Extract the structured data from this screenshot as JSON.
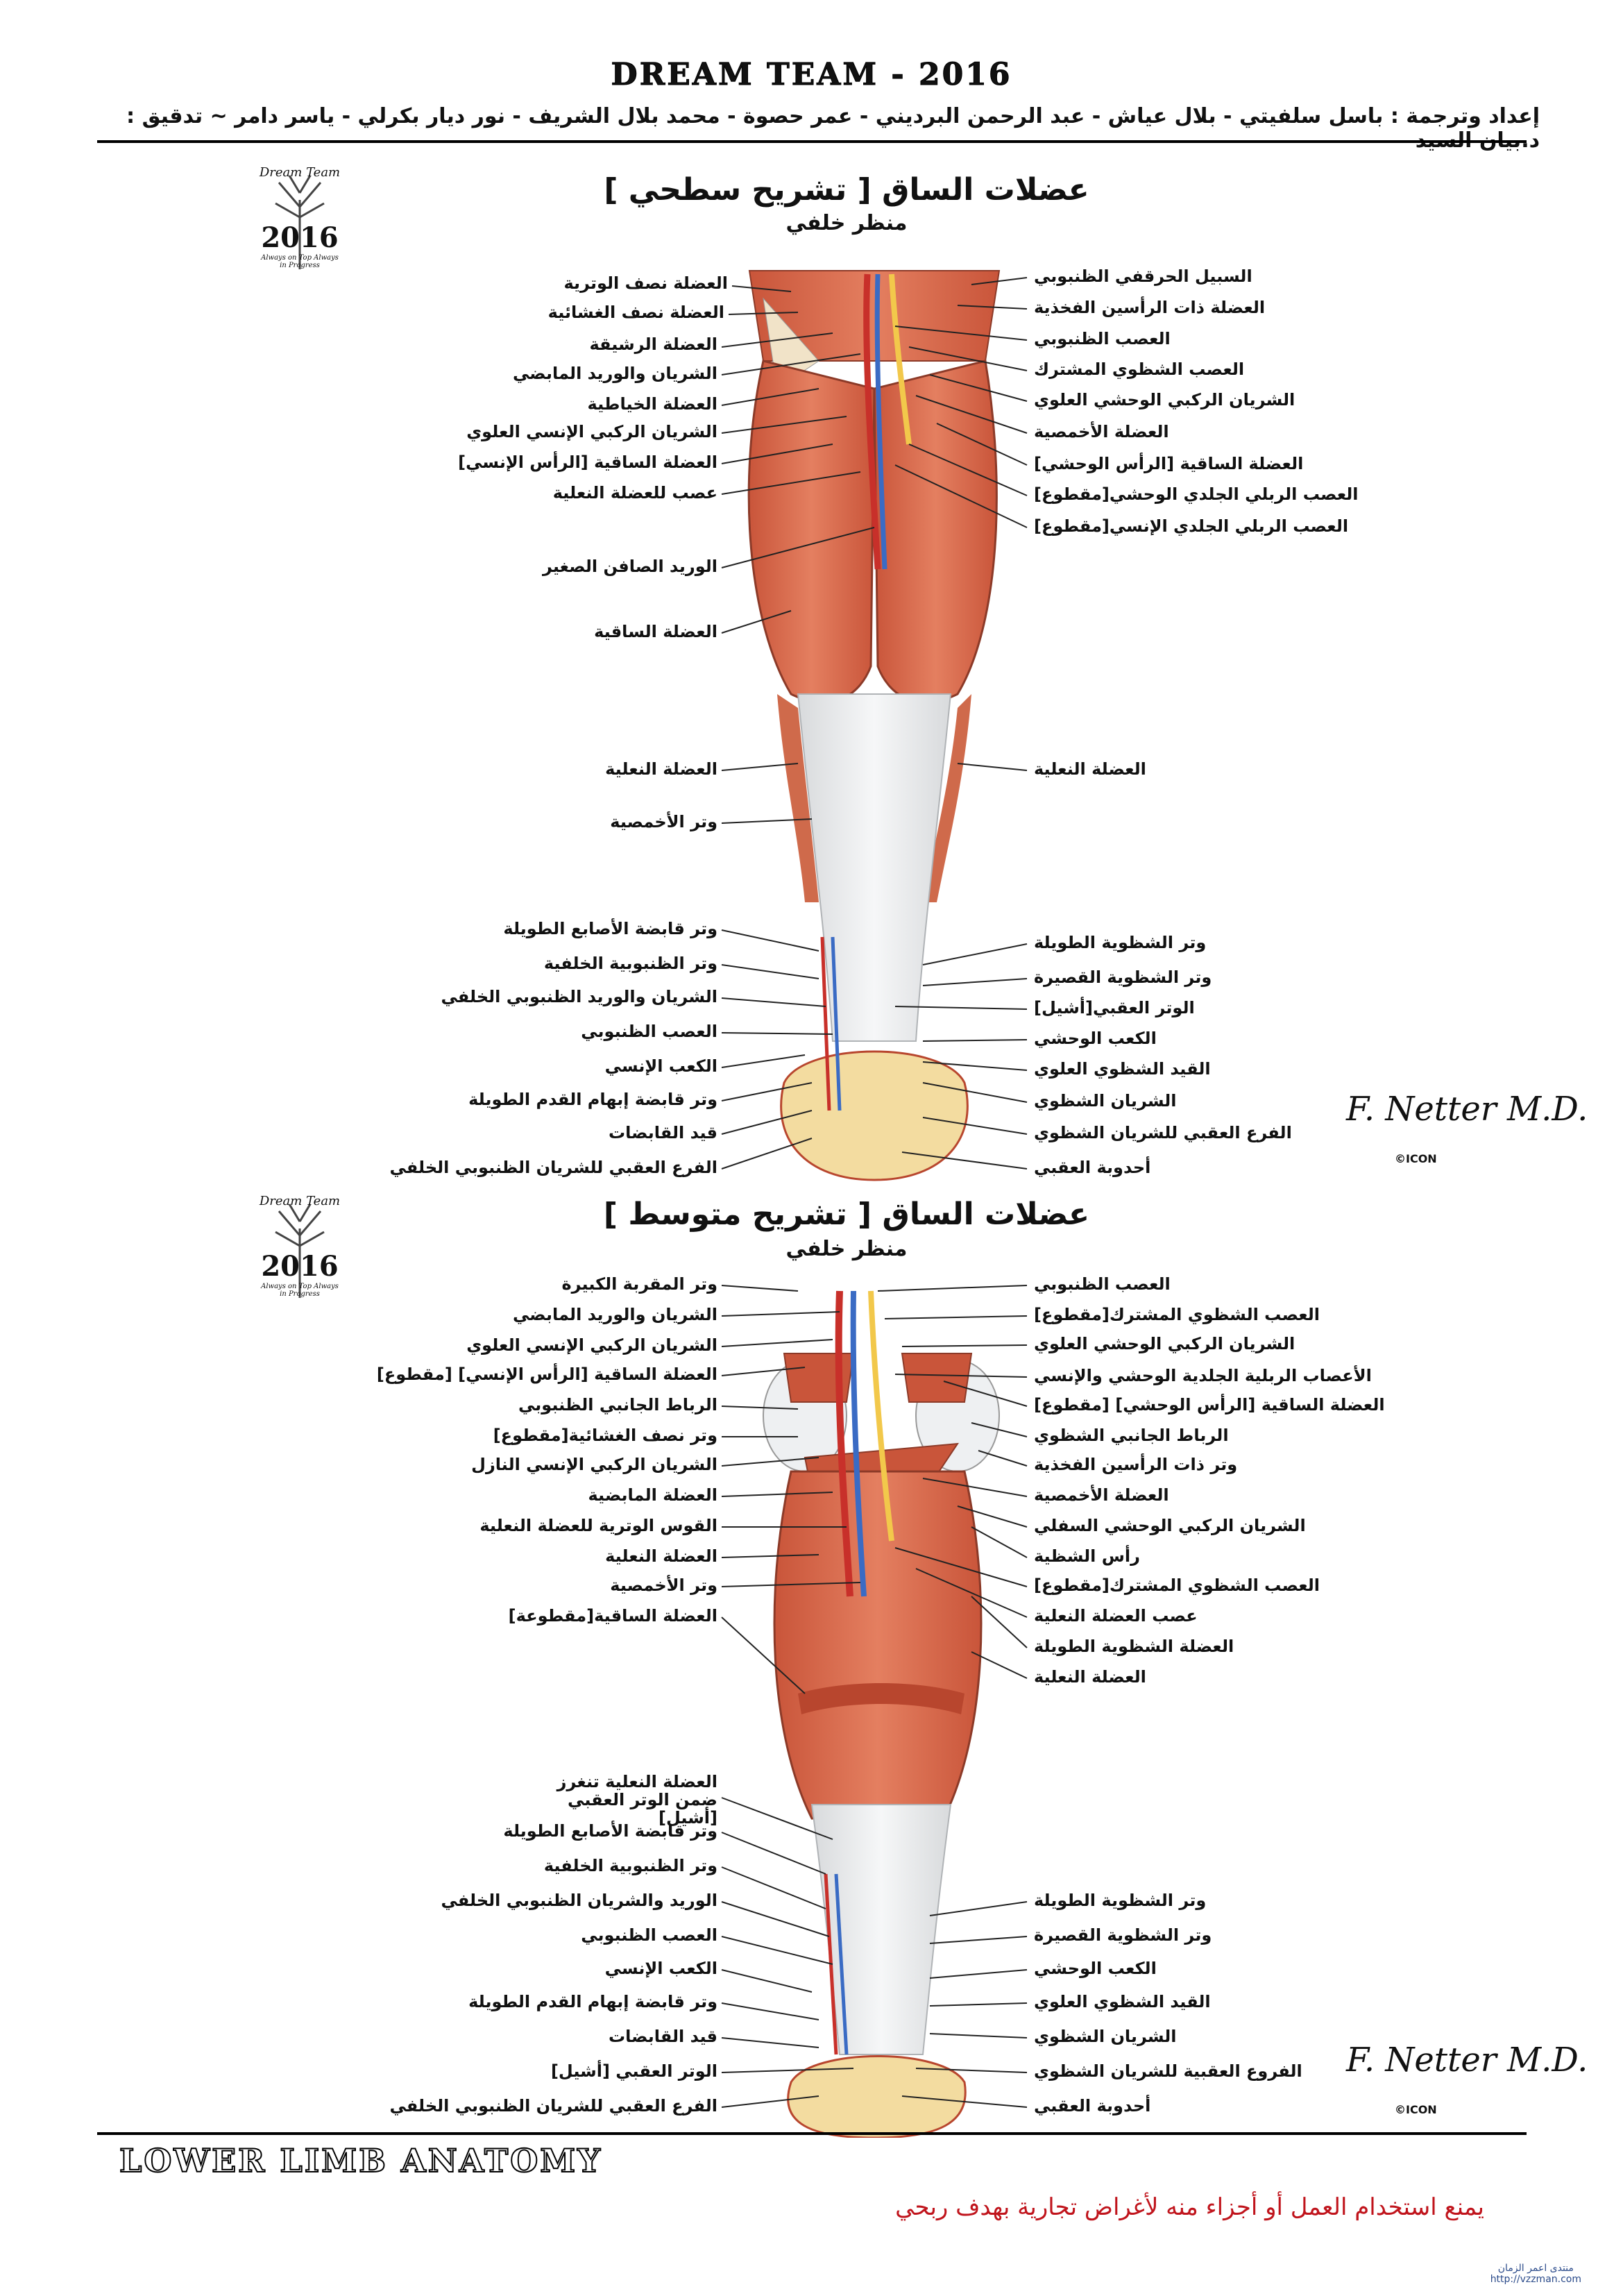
{
  "header": {
    "team_title": "DREAM TEAM - 2016",
    "credits": "إعداد وترجمة : باسل سلفيتي - بلال عياش - عبد الرحمن البرديني - عمر حصوة - محمد بلال الشريف - نور ديار بكرلي - ياسر دامر ~ تدقيق : د.بيان السيد"
  },
  "logo": {
    "top_text": "Dream Team",
    "year": "2016",
    "slogan": "Always on Top Always in Progress"
  },
  "colors": {
    "muscle": "#d9674a",
    "muscle_dark": "#b8462e",
    "tendon": "#eef0f2",
    "artery": "#c8302a",
    "vein": "#3a6bc4",
    "nerve": "#f2c84b",
    "bone": "#f3dca0",
    "footer_note": "#c0141c"
  },
  "section1": {
    "title": "عضلات الساق [ تشريح سطحي ]",
    "subtitle": "منظر خلفي",
    "left_labels": [
      "العضلة نصف الوترية",
      "العضلة نصف الغشائية",
      "العضلة الرشيقة",
      "الشريان والوريد المابضي",
      "العضلة الخياطية",
      "الشريان الركبي الإنسي العلوي",
      "العضلة الساقية [الرأس الإنسي]",
      "عصب للعضلة النعلية",
      "الوريد الصافن الصغير",
      "العضلة الساقية",
      "العضلة النعلية",
      "وتر الأخمصية",
      "وتر قابضة الأصابع الطويلة",
      "وتر الظنبوبية الخلفية",
      "الشريان والوريد الظنبوبي الخلفي",
      "العصب الظنبوبي",
      "الكعب الإنسي",
      "وتر قابضة إبهام القدم الطويلة",
      "قيد القابضات",
      "الفرع العقبي للشريان الظنبوبي الخلفي"
    ],
    "right_labels": [
      "السبيل الحرقفي الظنبوبي",
      "العضلة ذات الرأسين الفخذية",
      "العصب الظنبوبي",
      "العصب الشظوي المشترك",
      "الشريان الركبي الوحشي العلوي",
      "العضلة الأخمصية",
      "العضلة الساقية [الرأس الوحشي]",
      "العصب الربلي الجلدي الوحشي[مقطوع]",
      "العصب الربلي الجلدي الإنسي[مقطوع]",
      "العضلة النعلية",
      "وتر الشظوية الطويلة",
      "وتر الشظوية القصيرة",
      "الوتر العقبي[أشيل]",
      "الكعب الوحشي",
      "القيد الشظوي العلوي",
      "الشريان الشظوي",
      "الفرع العقبي للشريان الشظوي",
      "أحدوبة العقبي"
    ],
    "signature": "F. Netter M.D.",
    "signature_tag": "©ICON"
  },
  "section2": {
    "title": "عضلات الساق [ تشريح متوسط ]",
    "subtitle": "منظر خلفي",
    "left_labels": [
      "وتر المقربة الكبيرة",
      "الشريان والوريد المابضي",
      "الشريان الركبي الإنسي العلوي",
      "العضلة الساقية [الرأس الإنسي] [مقطوع]",
      "الرباط الجانبي الظنبوبي",
      "وتر نصف الغشائية[مقطوع]",
      "الشريان الركبي الإنسي النازل",
      "العضلة المابضية",
      "القوس الوترية للعضلة النعلية",
      "العضلة النعلية",
      "وتر الأخمصية",
      "العضلة الساقية[مقطوعة]",
      "العضلة النعلية تنغرز ضمن الوتر العقبي [أشيل]",
      "وتر قابضة الأصابع الطويلة",
      "وتر الظنبوبية الخلفية",
      "الوريد والشريان الظنبوبي الخلفي",
      "العصب الظنبوبي",
      "الكعب الإنسي",
      "وتر قابضة إبهام القدم الطويلة",
      "قيد القابضات",
      "الوتر العقبي [أشيل]",
      "الفرع العقبي للشريان الظنبوبي الخلفي"
    ],
    "right_labels": [
      "العصب الظنبوبي",
      "العصب الشظوي المشترك[مقطوع]",
      "الشريان الركبي الوحشي العلوي",
      "الأعصاب الربلية الجلدية الوحشي والإنسي",
      "العضلة الساقية [الرأس الوحشي] [مقطوع]",
      "الرباط الجانبي الشظوي",
      "وتر ذات الرأسين الفخذية",
      "العضلة الأخمصية",
      "الشريان الركبي الوحشي السفلي",
      "رأس الشظية",
      "العصب الشظوي المشترك[مقطوع]",
      "عصب العضلة النعلية",
      "العضلة الشظوية الطويلة",
      "العضلة النعلية",
      "وتر الشظوية الطويلة",
      "وتر الشظوية القصيرة",
      "الكعب الوحشي",
      "القيد الشظوي العلوي",
      "الشريان الشظوي",
      "الفروع العقبية للشريان الشظوي",
      "أحدوبة العقبي"
    ],
    "signature": "F. Netter M.D.",
    "signature_tag": "©ICON"
  },
  "footer": {
    "left": "LOWER LIMB ANATOMY",
    "right": "يمنع استخدام العمل أو أجزاء منه لأغراض تجارية بهدف ربحي",
    "watermark": "منتدى اعمر الزمان",
    "watermark_url": "http://vzzman.com"
  }
}
